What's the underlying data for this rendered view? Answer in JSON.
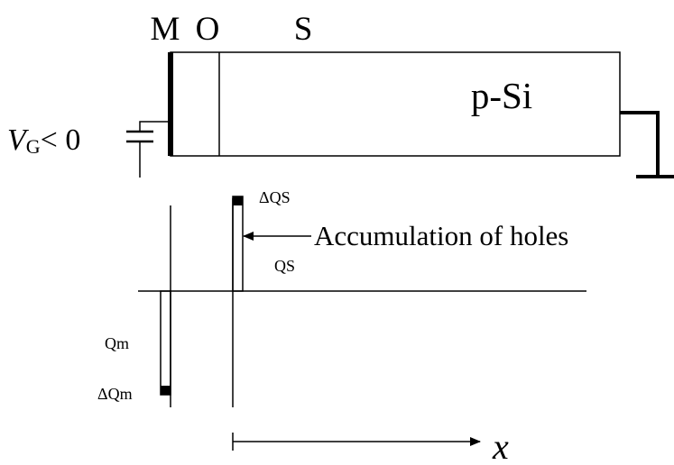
{
  "layer_labels": {
    "metal": "M",
    "oxide": "O",
    "semiconductor": "S"
  },
  "substrate_label": "p-Si",
  "gate_voltage": {
    "symbol": "V",
    "subscript": "G",
    "relation": "< 0"
  },
  "charge_labels": {
    "delta_qs": "ΔQS",
    "qs": "QS",
    "qm": "Qm",
    "delta_qm": "ΔQm"
  },
  "annotation": "Accumulation of holes",
  "axis_label": "x",
  "colors": {
    "stroke": "#000000",
    "background": "#ffffff"
  }
}
